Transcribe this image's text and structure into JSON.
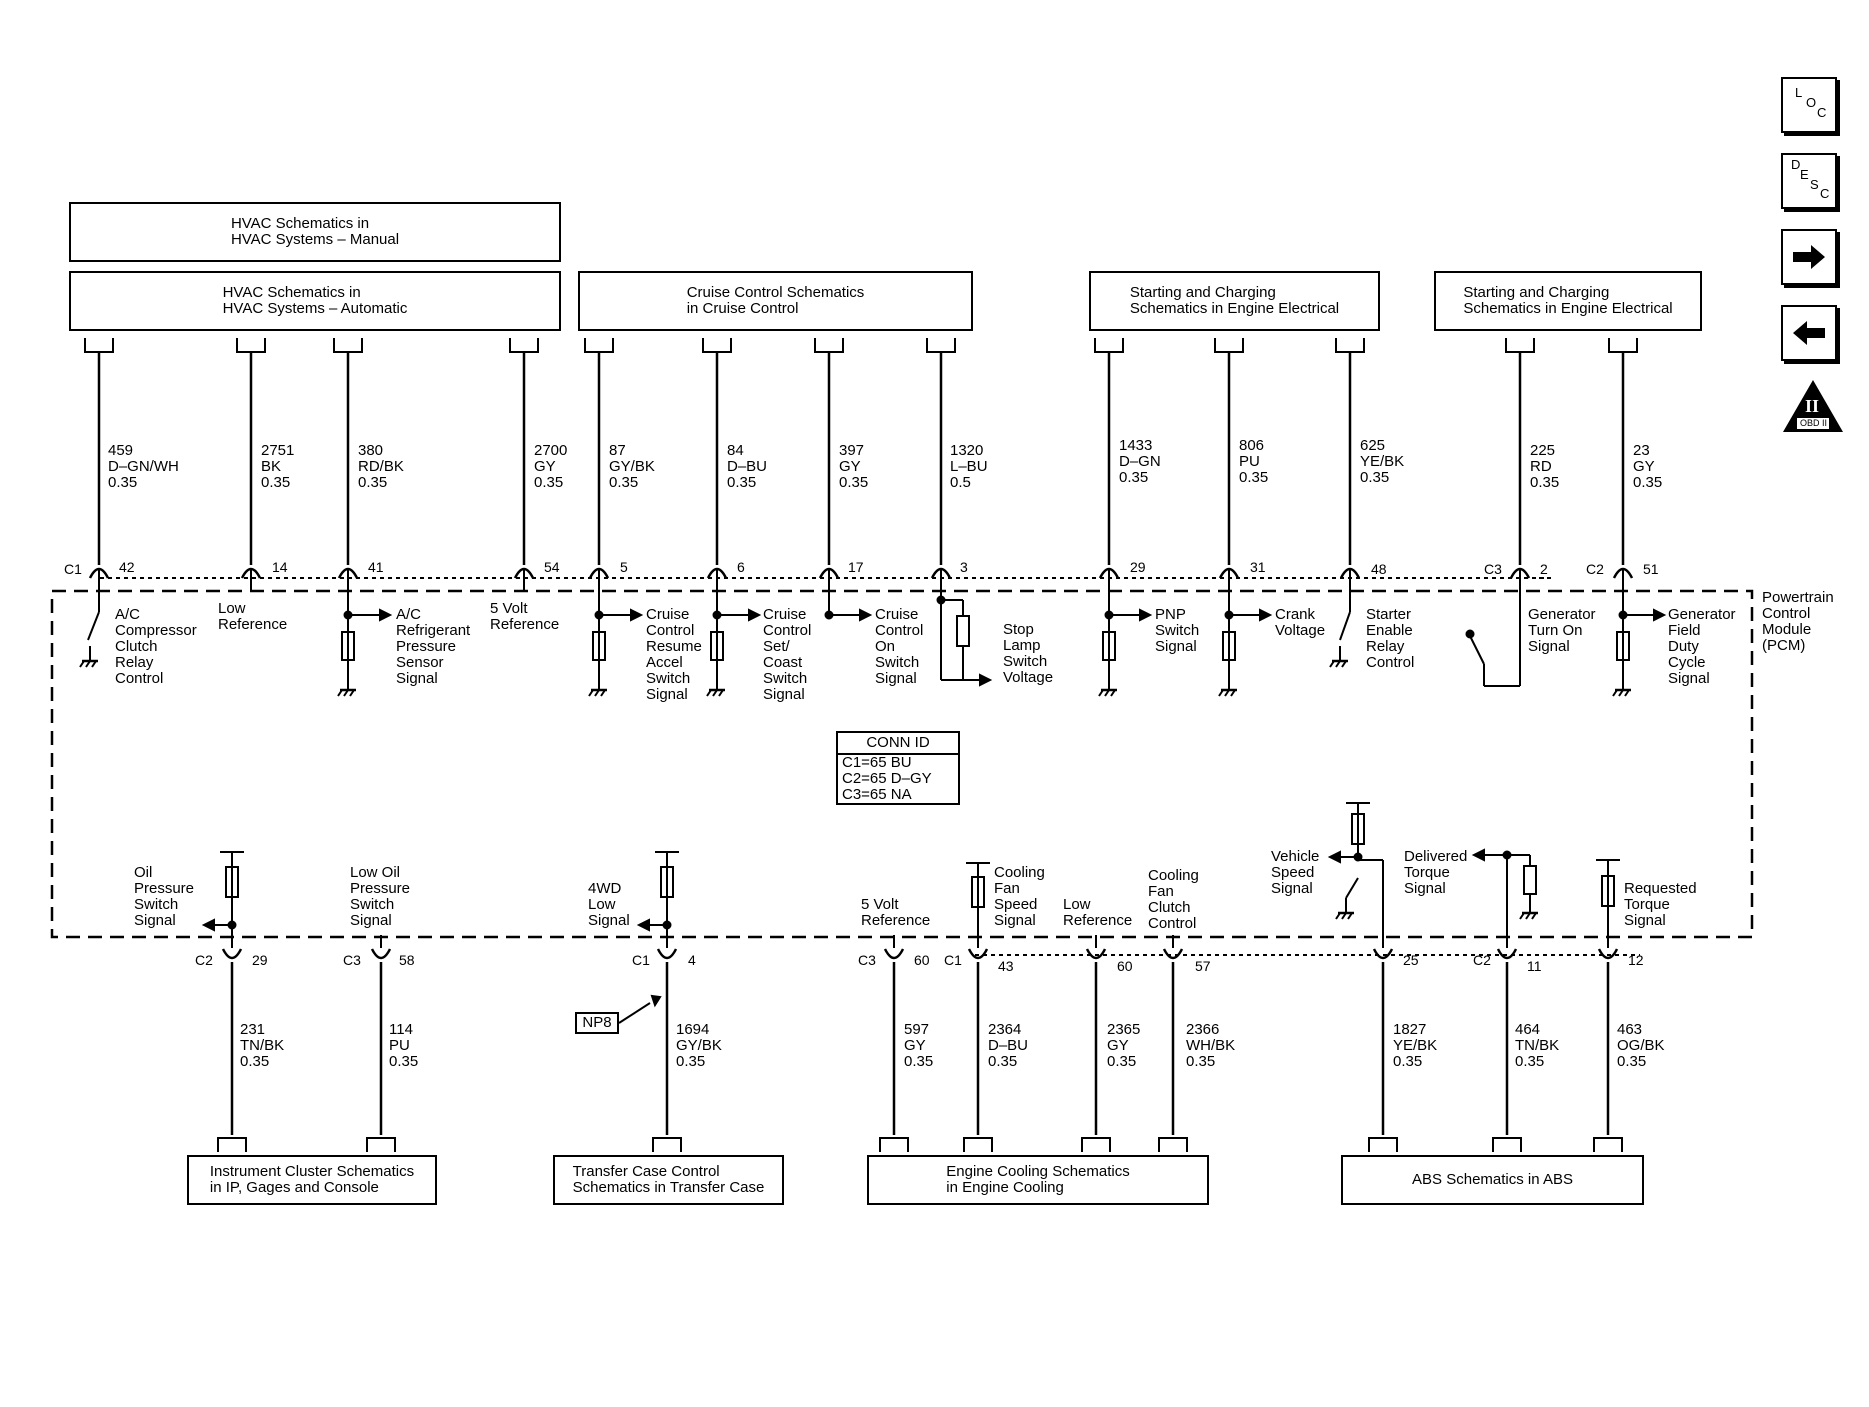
{
  "colors": {
    "line": "#000000",
    "background": "#ffffff"
  },
  "nav": {
    "loc": [
      "L",
      "O",
      "C"
    ],
    "desc": [
      "D",
      "E",
      "S",
      "C"
    ],
    "next_icon": "arrow-right-icon",
    "prev_icon": "arrow-left-icon",
    "obd_numeral": "II",
    "obd_text": "OBD II"
  },
  "top_boxes": {
    "hvac_manual": "HVAC Schematics in\nHVAC Systems – Manual",
    "hvac_auto": "HVAC Schematics in\nHVAC Systems – Automatic",
    "cruise": "Cruise Control Schematics\nin Cruise Control",
    "starting1": "Starting and Charging\nSchematics in Engine Electrical",
    "starting2": "Starting and Charging\nSchematics in Engine Electrical"
  },
  "bottom_boxes": {
    "instrument": "Instrument Cluster Schematics\nin IP, Gages and Console",
    "transfer": "Transfer Case Control\nSchematics in Transfer Case",
    "cooling": "Engine Cooling Schematics\nin Engine Cooling",
    "abs": "ABS Schematics in ABS"
  },
  "module_label": "Powertrain\nControl\nModule\n(PCM)",
  "conn_id": {
    "title": "CONN ID",
    "lines": "C1=65 BU\nC2=65 D–GY\nC3=65 NA"
  },
  "np8": "NP8",
  "top_wires": [
    {
      "circuit": "459\nD–GN/WH\n0.35",
      "pin": "42",
      "conn": "C1",
      "signal": "A/C\nCompressor\nClutch\nRelay\nControl"
    },
    {
      "circuit": "2751\nBK\n0.35",
      "pin": "14",
      "conn": "",
      "signal": "Low\nReference"
    },
    {
      "circuit": "380\nRD/BK\n0.35",
      "pin": "41",
      "conn": "",
      "signal": "A/C\nRefrigerant\nPressure\nSensor\nSignal"
    },
    {
      "circuit": "2700\nGY\n0.35",
      "pin": "54",
      "conn": "",
      "signal": "5 Volt\nReference"
    },
    {
      "circuit": "87\nGY/BK\n0.35",
      "pin": "5",
      "conn": "",
      "signal": "Cruise\nControl\nResume\nAccel\nSwitch\nSignal"
    },
    {
      "circuit": "84\nD–BU\n0.35",
      "pin": "6",
      "conn": "",
      "signal": "Cruise\nControl\nSet/\nCoast\nSwitch\nSignal"
    },
    {
      "circuit": "397\nGY\n0.35",
      "pin": "17",
      "conn": "",
      "signal": "Cruise\nControl\nOn\nSwitch\nSignal"
    },
    {
      "circuit": "1320\nL–BU\n0.5",
      "pin": "3",
      "conn": "",
      "signal": "Stop\nLamp\nSwitch\nVoltage"
    },
    {
      "circuit": "1433\nD–GN\n0.35",
      "pin": "29",
      "conn": "",
      "signal": "PNP\nSwitch\nSignal"
    },
    {
      "circuit": "806\nPU\n0.35",
      "pin": "31",
      "conn": "",
      "signal": "Crank\nVoltage"
    },
    {
      "circuit": "625\nYE/BK\n0.35",
      "pin": "48",
      "conn": "",
      "signal": "Starter\nEnable\nRelay\nControl"
    },
    {
      "circuit": "225\nRD\n0.35",
      "pin": "2",
      "conn": "C3",
      "signal": "Generator\nTurn On\nSignal"
    },
    {
      "circuit": "23\nGY\n0.35",
      "pin": "51",
      "conn": "C2",
      "signal": "Generator\nField\nDuty\nCycle\nSignal"
    }
  ],
  "bottom_wires": [
    {
      "circuit": "231\nTN/BK\n0.35",
      "pin": "29",
      "conn": "C2",
      "signal": "Oil\nPressure\nSwitch\nSignal"
    },
    {
      "circuit": "114\nPU\n0.35",
      "pin": "58",
      "conn": "C3",
      "signal": "Low Oil\nPressure\nSwitch\nSignal"
    },
    {
      "circuit": "1694\nGY/BK\n0.35",
      "pin": "4",
      "conn": "C1",
      "signal": "4WD\nLow\nSignal"
    },
    {
      "circuit": "597\nGY\n0.35",
      "pin": "60",
      "conn": "C3",
      "signal": "5 Volt\nReference"
    },
    {
      "circuit": "2364\nD–BU\n0.35",
      "pin": "43",
      "conn": "C1",
      "signal": "Cooling\nFan\nSpeed\nSignal"
    },
    {
      "circuit": "2365\nGY\n0.35",
      "pin": "60",
      "conn": "",
      "signal": "Low\nReference"
    },
    {
      "circuit": "2366\nWH/BK\n0.35",
      "pin": "57",
      "conn": "",
      "signal": "Cooling\nFan\nClutch\nControl"
    },
    {
      "circuit": "1827\nYE/BK\n0.35",
      "pin": "25",
      "conn": "",
      "signal": "Vehicle\nSpeed\nSignal"
    },
    {
      "circuit": "464\nTN/BK\n0.35",
      "pin": "11",
      "conn": "C2",
      "signal": "Delivered\nTorque\nSignal"
    },
    {
      "circuit": "463\nOG/BK\n0.35",
      "pin": "12",
      "conn": "",
      "signal": "Requested\nTorque\nSignal"
    }
  ]
}
